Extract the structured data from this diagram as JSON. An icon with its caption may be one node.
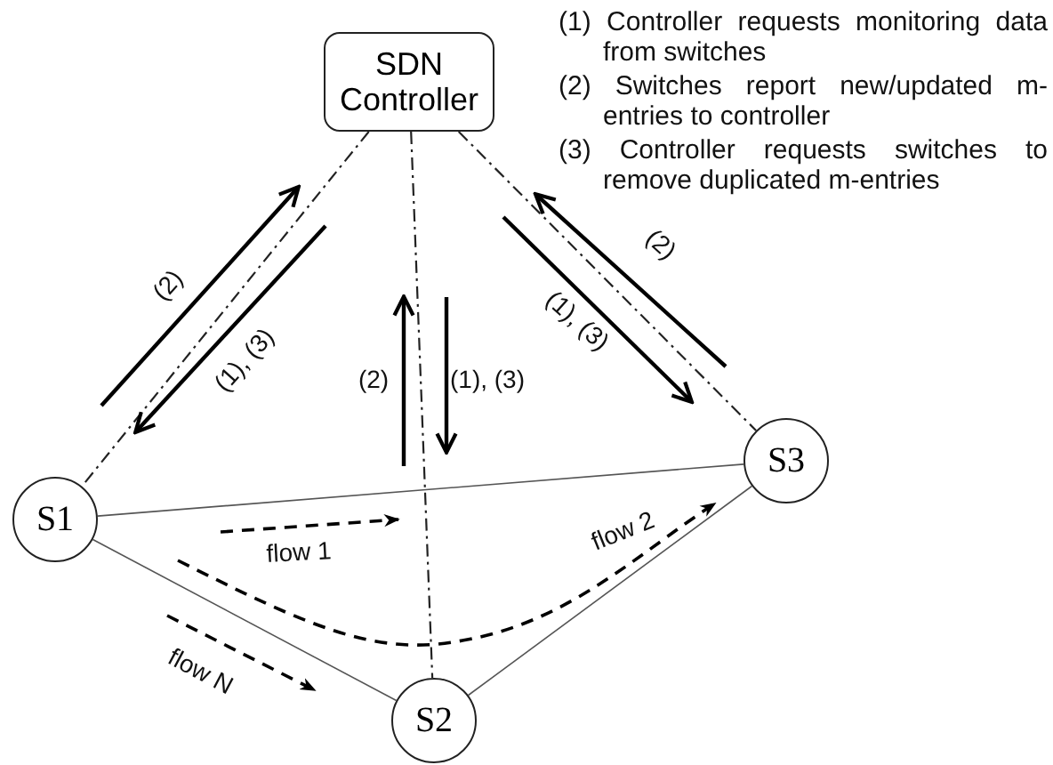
{
  "diagram": {
    "nodes": [
      {
        "text": [
          "SDN Controller"
        ]
      },
      {
        "text": [
          "S1"
        ]
      },
      {
        "text": [
          "S2"
        ]
      },
      {
        "text": [
          "S3"
        ]
      }
    ],
    "edges": [
      {
        "from": 0,
        "to": 1,
        "arrow": "none",
        "style": "dashed"
      },
      {
        "from": 0,
        "to": 2,
        "arrow": "none",
        "style": "dashed"
      },
      {
        "from": 0,
        "to": 3,
        "arrow": "none",
        "style": "dashed"
      },
      {
        "from": 1,
        "to": 3,
        "arrow": "none"
      },
      {
        "from": 1,
        "to": 2,
        "arrow": "none"
      },
      {
        "from": 2,
        "to": 3,
        "arrow": "none"
      }
    ],
    "labels": [
      "(1) Controller requests monitoring data from switches",
      "(2) Switches report new/updated m-entries to controller",
      "(3) Controller requests switches to remove duplicated m-entries",
      "(2)",
      "(1), (3)",
      "(2)",
      "(1), (3)",
      "(2)",
      "(1), (3)",
      "flow 1",
      "flow 2",
      "flow N"
    ]
  }
}
